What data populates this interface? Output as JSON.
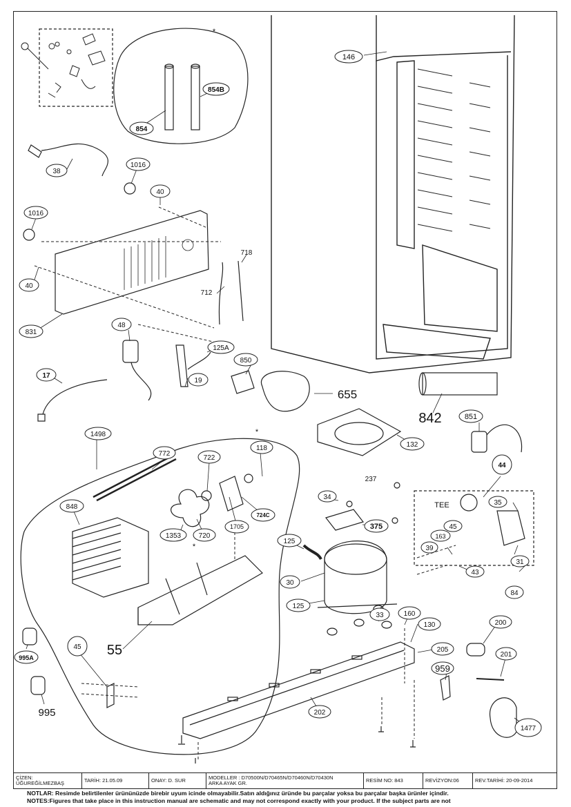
{
  "diagram": {
    "parts": [
      {
        "id": "p146",
        "label": "146"
      },
      {
        "id": "p854",
        "label": "854"
      },
      {
        "id": "p854b",
        "label": "854B"
      },
      {
        "id": "p38",
        "label": "38"
      },
      {
        "id": "p1016a",
        "label": "1016"
      },
      {
        "id": "p1016b",
        "label": "1016"
      },
      {
        "id": "p40a",
        "label": "40"
      },
      {
        "id": "p40b",
        "label": "40"
      },
      {
        "id": "p718",
        "label": "718"
      },
      {
        "id": "p712",
        "label": "712"
      },
      {
        "id": "p831",
        "label": "831"
      },
      {
        "id": "p48",
        "label": "48"
      },
      {
        "id": "p125a",
        "label": "125A"
      },
      {
        "id": "p19",
        "label": "19"
      },
      {
        "id": "p850",
        "label": "850"
      },
      {
        "id": "p655",
        "label": "655"
      },
      {
        "id": "p17",
        "label": "17"
      },
      {
        "id": "p842",
        "label": "842"
      },
      {
        "id": "p132",
        "label": "132"
      },
      {
        "id": "p851",
        "label": "851"
      },
      {
        "id": "p44",
        "label": "44"
      },
      {
        "id": "p1498",
        "label": "1498"
      },
      {
        "id": "p772",
        "label": "772"
      },
      {
        "id": "p722",
        "label": "722"
      },
      {
        "id": "p118",
        "label": "118"
      },
      {
        "id": "p237",
        "label": "237"
      },
      {
        "id": "p848",
        "label": "848"
      },
      {
        "id": "p724c",
        "label": "724C"
      },
      {
        "id": "p1353",
        "label": "1353"
      },
      {
        "id": "p720",
        "label": "720"
      },
      {
        "id": "p1705",
        "label": "1705"
      },
      {
        "id": "p34",
        "label": "34"
      },
      {
        "id": "p375",
        "label": "375"
      },
      {
        "id": "p35",
        "label": "35"
      },
      {
        "id": "p45a",
        "label": "45"
      },
      {
        "id": "p163",
        "label": "163"
      },
      {
        "id": "p39",
        "label": "39"
      },
      {
        "id": "p31",
        "label": "31"
      },
      {
        "id": "p43",
        "label": "43"
      },
      {
        "id": "p84",
        "label": "84"
      },
      {
        "id": "p125b",
        "label": "125"
      },
      {
        "id": "p30",
        "label": "30"
      },
      {
        "id": "p125c",
        "label": "125"
      },
      {
        "id": "p33",
        "label": "33"
      },
      {
        "id": "p160",
        "label": "160"
      },
      {
        "id": "p130",
        "label": "130"
      },
      {
        "id": "p200",
        "label": "200"
      },
      {
        "id": "p205",
        "label": "205"
      },
      {
        "id": "p55",
        "label": "55"
      },
      {
        "id": "p995a",
        "label": "995A"
      },
      {
        "id": "p45b",
        "label": "45"
      },
      {
        "id": "p959",
        "label": "959"
      },
      {
        "id": "p201",
        "label": "201"
      },
      {
        "id": "p995",
        "label": "995"
      },
      {
        "id": "p202",
        "label": "202"
      },
      {
        "id": "p1477",
        "label": "1477"
      }
    ],
    "tee_label": "TEE",
    "asterisk": "*"
  },
  "title_block": {
    "cizen_label": "ÇİZEN:",
    "cizen_name": "ÜĞUREĞİLMEZBAŞ",
    "tarih": "TARİH: 21.05.09",
    "onay": "ONAY: D. SUR",
    "modeller_line1": "MODELLER : D70500N/D70465N/D70460N/D70430N",
    "modeller_line2": "ARKA AYAK GR.",
    "resim_no": "RESİM NO: 843",
    "revizyon": "REVİZYON:06",
    "rev_tarihi": "REV.TARİHİ: 20-09-2014"
  },
  "notes": {
    "tr": "NOTLAR: Resimde belirtilenler ürününüzde birebir  uyum icinde olmayabilir.Satın aldığınız üründe bu parçalar yoksa bu parçalar başka ürünler içindir.",
    "en": "NOTES:Figures that take place in this instruction manual are schematic  and may not correspond exactly with your product. If the subject parts are not"
  }
}
